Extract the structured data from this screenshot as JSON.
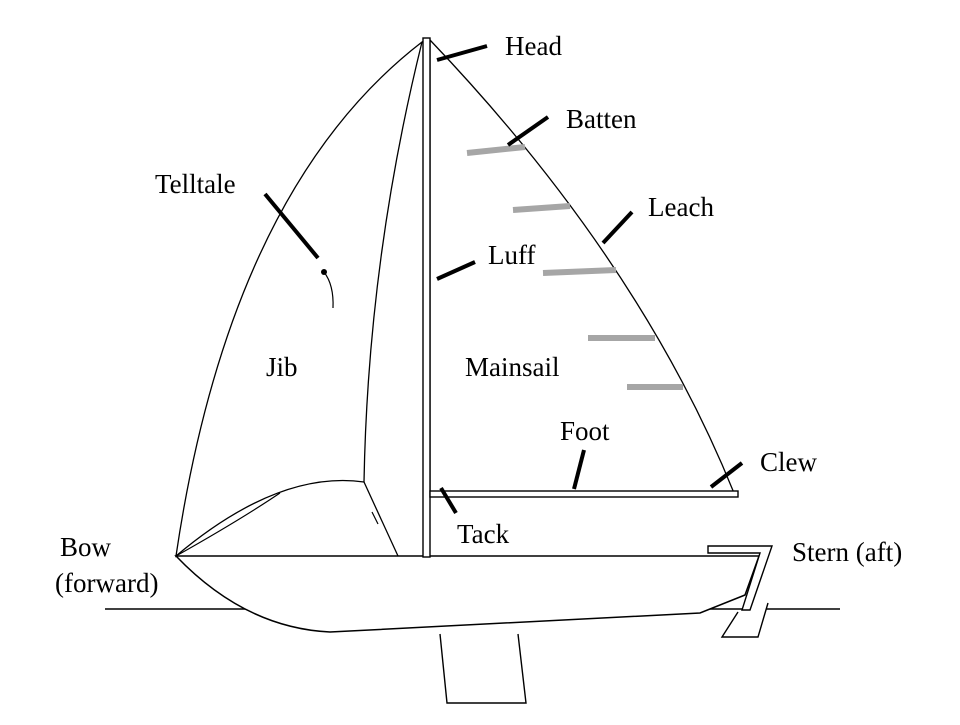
{
  "diagram": {
    "labels": {
      "head": "Head",
      "batten": "Batten",
      "telltale": "Telltale",
      "leach": "Leach",
      "luff": "Luff",
      "jib": "Jib",
      "mainsail": "Mainsail",
      "foot": "Foot",
      "clew": "Clew",
      "tack": "Tack",
      "bow_line1": "Bow",
      "bow_line2": "(forward)",
      "stern": "Stern (aft)"
    },
    "colors": {
      "ink": "#000000",
      "batten": "#a6a6a6",
      "background": "#ffffff"
    }
  }
}
